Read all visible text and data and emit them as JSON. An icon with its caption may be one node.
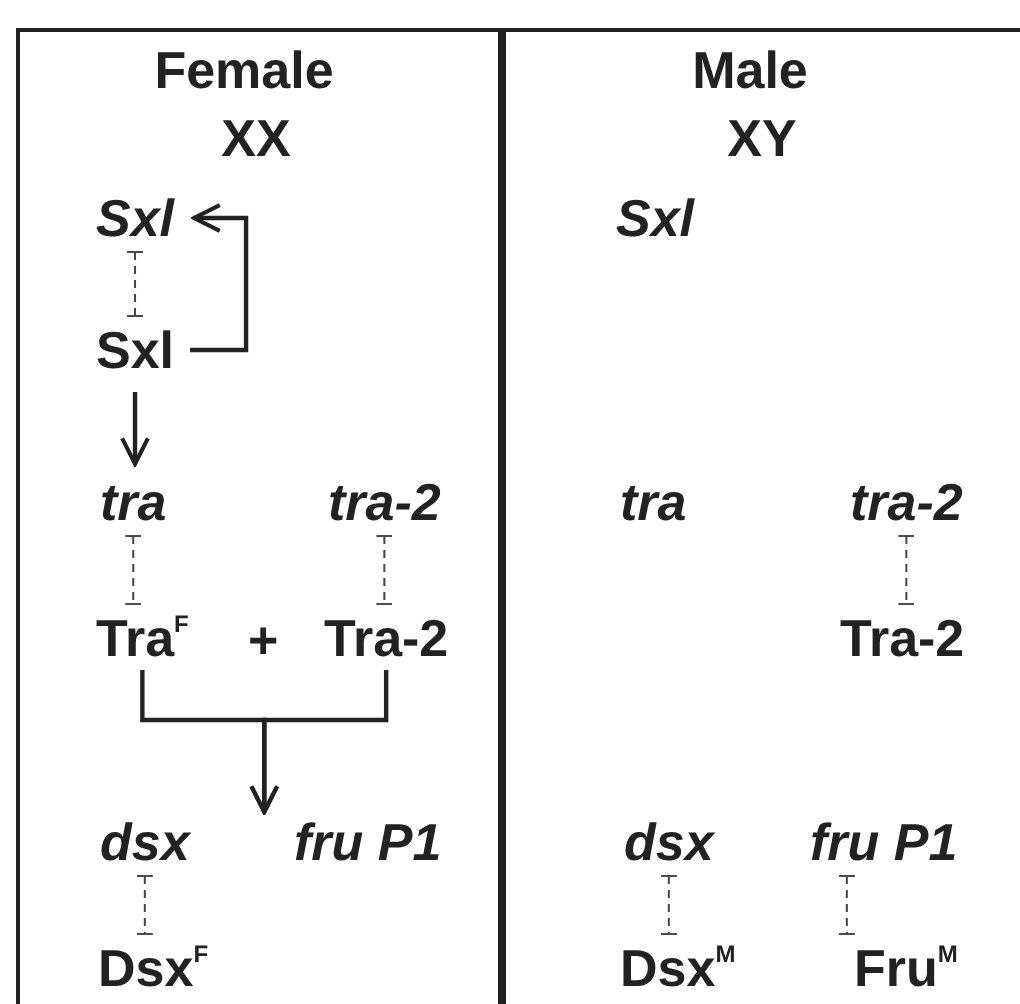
{
  "diagram": {
    "nodes": [
      {
        "text": [
          "Female",
          "XX"
        ]
      },
      {
        "text": [
          "Male",
          "XY"
        ]
      },
      {
        "text": [
          "Sxl"
        ],
        "in": 0
      },
      {
        "text": [
          "Sxl"
        ],
        "in": 0
      },
      {
        "text": [
          "tra"
        ],
        "in": 0
      },
      {
        "text": [
          "tra-2"
        ],
        "in": 0
      },
      {
        "text": [
          "Tra$^{F}$"
        ],
        "in": 0
      },
      {
        "text": [
          "Tra-2"
        ],
        "in": 0
      },
      {
        "text": [
          "dsx"
        ],
        "in": 0
      },
      {
        "text": [
          "fru P1"
        ],
        "in": 0
      },
      {
        "text": [
          "Dsx$^{F}$"
        ],
        "in": 0
      },
      {
        "text": [
          "Sxl"
        ],
        "in": 1
      },
      {
        "text": [
          "tra"
        ],
        "in": 1
      },
      {
        "text": [
          "tra-2"
        ],
        "in": 1
      },
      {
        "text": [
          "Tra-2"
        ],
        "in": 1
      },
      {
        "text": [
          "dsx"
        ],
        "in": 1
      },
      {
        "text": [
          "fru P1"
        ],
        "in": 1
      },
      {
        "text": [
          "Dsx$^{M}$"
        ],
        "in": 1
      },
      {
        "text": [
          "Fru$^{M}$"
        ],
        "in": 1
      }
    ],
    "edges": [
      {
        "from": 2,
        "to": 3,
        "arrow": "other",
        "style": "dashed"
      },
      {
        "from": 3,
        "to": 2,
        "arrow": "to"
      },
      {
        "from": 3,
        "to": 4,
        "arrow": "to"
      },
      {
        "from": 4,
        "to": 6,
        "arrow": "other",
        "style": "dashed"
      },
      {
        "from": 5,
        "to": 7,
        "arrow": "other",
        "style": "dashed"
      },
      {
        "from": 6,
        "to": 9,
        "arrow": "to"
      },
      {
        "from": 7,
        "to": 9,
        "arrow": "to"
      },
      {
        "from": 8,
        "to": 10,
        "arrow": "other",
        "style": "dashed"
      },
      {
        "from": 13,
        "to": 14,
        "arrow": "other",
        "style": "dashed"
      },
      {
        "from": 15,
        "to": 17,
        "arrow": "other",
        "style": "dashed"
      },
      {
        "from": 16,
        "to": 18,
        "arrow": "other",
        "style": "dashed"
      }
    ],
    "labels": [
      "+"
    ]
  }
}
